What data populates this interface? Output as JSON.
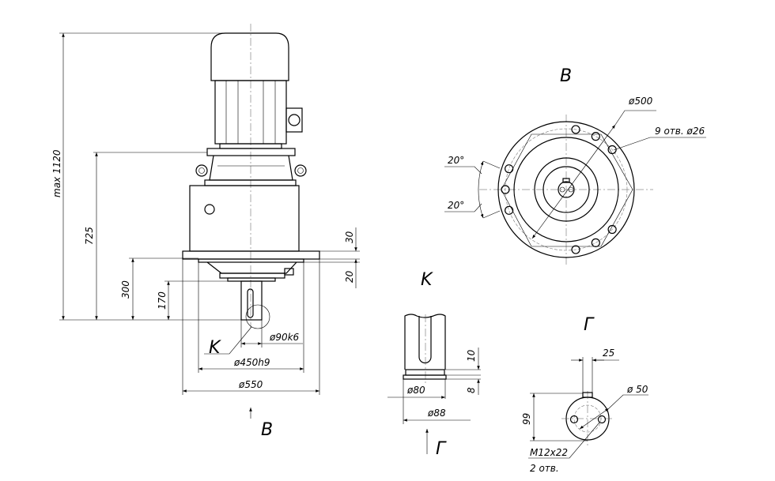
{
  "main_view": {
    "dims": {
      "overall_height": "max 1120",
      "flange_height": "725",
      "base_height": "300",
      "shaft_length": "170",
      "plate_thickness": "30",
      "spigot_height": "20",
      "shaft_diameter": "ø90k6",
      "spigot_diameter": "ø450h9",
      "plate_diameter": "ø550"
    },
    "detail_callout": "K",
    "view_arrow": "B"
  },
  "view_b": {
    "title": "B",
    "bolt_circle": "ø500",
    "holes": "9 отв. ø26",
    "angle_top": "20°",
    "angle_bottom": "20°"
  },
  "view_k": {
    "title": "K",
    "dim_groove": "10",
    "dim_collar": "8",
    "dim_inner": "ø80",
    "dim_outer": "ø88",
    "view_arrow": "Г"
  },
  "view_g": {
    "title": "Г",
    "key_width": "25",
    "dim_height": "99",
    "hole_circle": "ø 50",
    "thread": "M12x22",
    "thread_count": "2 отв."
  }
}
